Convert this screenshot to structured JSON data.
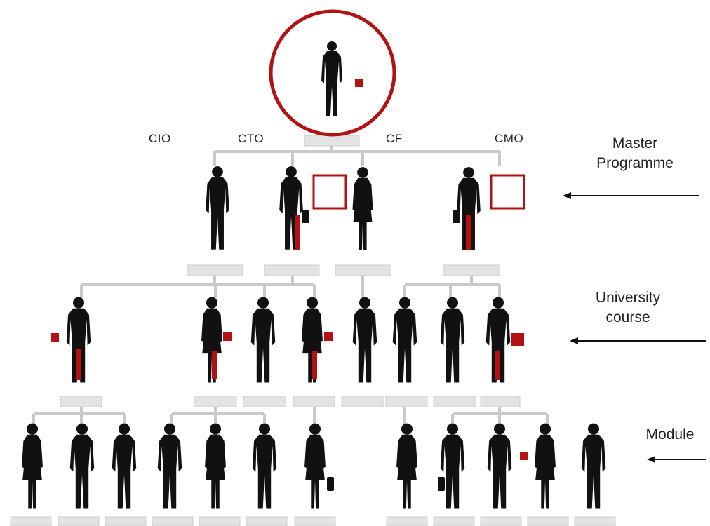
{
  "executive_labels": {
    "cio": "CIO",
    "cto": "CTO",
    "cf": "CF",
    "cmo": "CMO"
  },
  "level_labels": {
    "master": "Master\nProgramme",
    "university": "University\ncourse",
    "module": "Module"
  },
  "colors": {
    "connector": "#c9c9c9",
    "name_box": "#e3e3e3",
    "name_box_border": "#cccccc",
    "silhouette": "#111111",
    "accent": "#b31212",
    "arrow": "#111111",
    "text": "#222222"
  }
}
